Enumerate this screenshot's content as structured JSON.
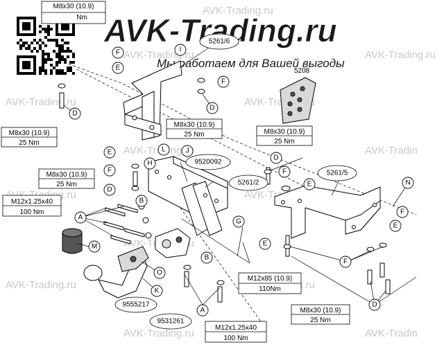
{
  "brand": {
    "logo_text": "AVK-Trading.ru",
    "slogan": "Мы работаем для Вашей выгоды",
    "watermark_text": "AVK-Trading.ru",
    "watermark_cut": "AVK-Tradin"
  },
  "part_numbers": {
    "p5261_6": "5261/6",
    "p5261_2": "5261/2",
    "p5261_5": "5261/5",
    "p9520092": "9520092",
    "p9555217": "9555217",
    "p9531261": "9531261",
    "p5208": "5208"
  },
  "specs": {
    "top": {
      "bolt": "M8x30 (10.9)",
      "torque": "Nm"
    },
    "left_d": {
      "bolt": "M8x30 (10.9)",
      "torque": "25 Nm"
    },
    "center_d": {
      "bolt": "M8x30 (10.9)",
      "torque": "25 Nm"
    },
    "right_top": {
      "bolt": "M8x30 (10.9)",
      "torque": "25 Nm"
    },
    "left_mid": {
      "bolt": "M8x30 (10.9)",
      "torque": "25 Nm"
    },
    "left_a": {
      "bolt": "M12x1.25x40",
      "torque": "100 Nm"
    },
    "center_b": {
      "bolt": "M12x85 (10.9)",
      "torque": "110Nm"
    },
    "bottom_right": {
      "bolt": "M8x30 (10.9)",
      "torque": "25 Nm"
    },
    "bottom_center": {
      "bolt": "M12x1.25x40",
      "torque": "100 Nm"
    }
  },
  "callouts": {
    "A": "A",
    "B": "B",
    "D": "D",
    "E": "E",
    "F": "F",
    "G": "G",
    "H": "H",
    "I": "I",
    "J": "J",
    "K": "K",
    "L": "L",
    "M": "M",
    "N": "N",
    "O": "O"
  }
}
